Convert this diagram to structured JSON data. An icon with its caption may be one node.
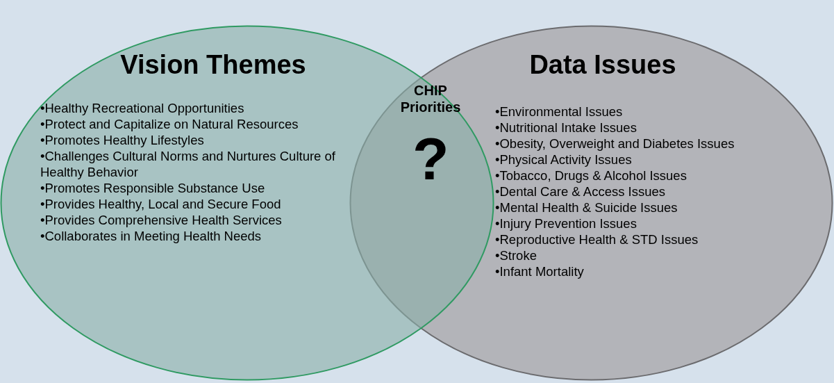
{
  "diagram": {
    "nodes": [
      {
        "text": [
          "Vision Themes",
          "•Healthy Recreational Opportunities",
          "•Protect and Capitalize on Natural Resources",
          "•Promotes Healthy Lifestyles",
          "•Challenges Cultural Norms and Nurtures Culture of Healthy Behavior",
          "•Promotes Responsible Substance Use",
          "•Provides Healthy, Local and Secure Food",
          "•Provides Comprehensive Health Services",
          "•Collaborates in Meeting Health Needs"
        ]
      },
      {
        "text": [
          "Data Issues",
          "•Environmental Issues",
          "•Nutritional Intake Issues",
          "•Obesity, Overweight and Diabetes Issues",
          "•Physical Activity Issues",
          "•Tobacco, Drugs & Alcohol Issues",
          "•Dental Care & Access Issues",
          "•Mental Health & Suicide Issues",
          "•Injury Prevention Issues",
          "•Reproductive Health & STD Issues",
          "•Stroke",
          "•Infant Mortality"
        ]
      },
      {
        "text": [
          "CHIP Priorities",
          "?"
        ]
      }
    ],
    "edges": []
  }
}
